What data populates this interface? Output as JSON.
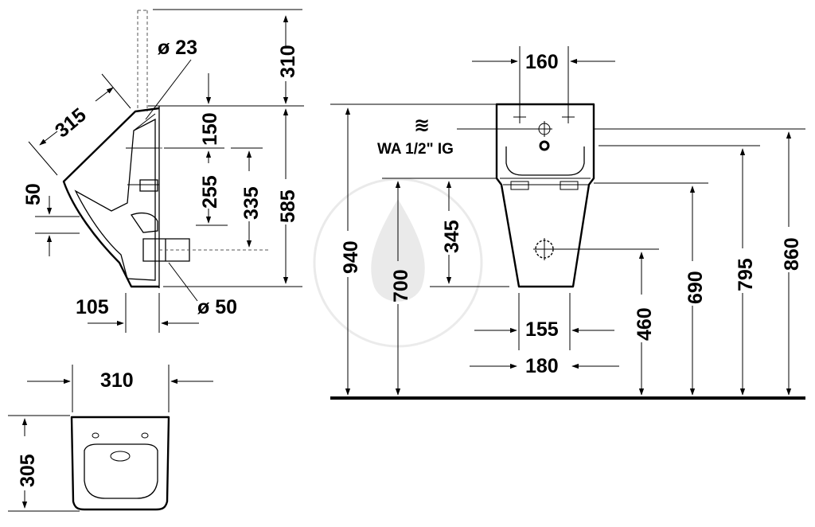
{
  "side_view": {
    "dims": {
      "supply_pipe_height": "310",
      "pipe_diameter": "ø 23",
      "depth_diagonal": "315",
      "inlet_offset": "150",
      "inlet_to_outlet": "255",
      "upper_to_outlet": "335",
      "body_height": "585",
      "lip_offset": "50",
      "waste_depth": "105",
      "waste_diameter": "ø 50"
    }
  },
  "front_view": {
    "dims": {
      "top_width": "160",
      "water_supply_label": "WA 1/2\" IG",
      "water_symbol": "≋",
      "total_height": "940",
      "rim_height": "700",
      "bowl_to_waste": "345",
      "waste_height": "460",
      "mid_height": "690",
      "supply_height": "795",
      "top_height": "860",
      "base_width_inner": "155",
      "base_width_outer": "180"
    }
  },
  "top_view": {
    "dims": {
      "width": "310",
      "depth": "305"
    }
  }
}
